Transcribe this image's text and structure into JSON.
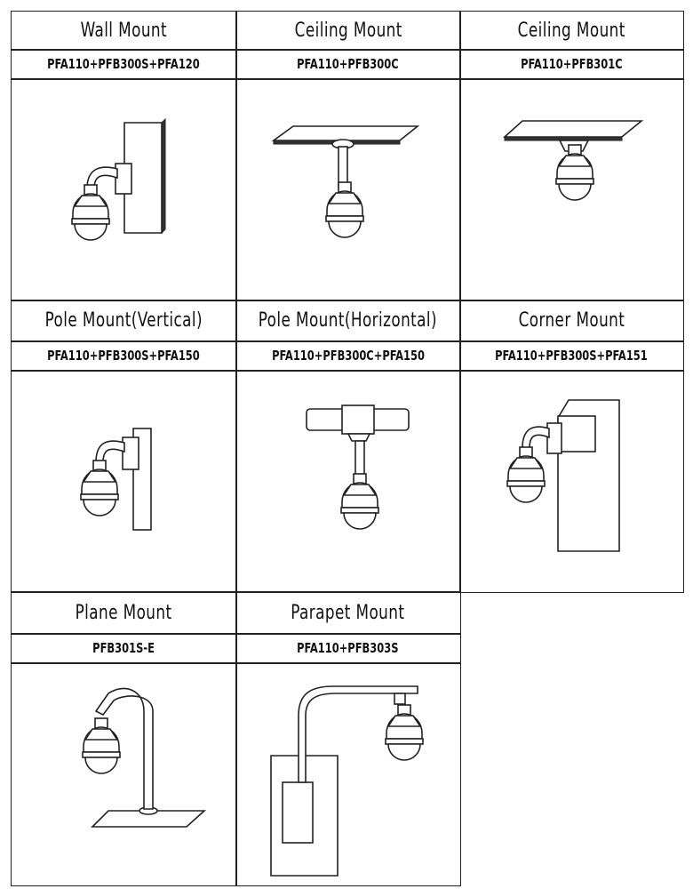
{
  "mounts": [
    {
      "title": "Wall  Mount",
      "model": "PFA110+PFB300S+PFA120"
    },
    {
      "title": "Ceiling Mount",
      "model": "PFA110+PFB300C"
    },
    {
      "title": "Ceiling Mount",
      "model": "PFA110+PFB301C"
    },
    {
      "title": "Pole Mount(Vertical)",
      "model": "PFA110+PFB300S+PFA150"
    },
    {
      "title": "Pole Mount(Horizontal)",
      "model": "PFA110+PFB300C+PFA150"
    },
    {
      "title": "Corner Mount",
      "model": "PFA110+PFB300S+PFA151"
    },
    {
      "title": "Plane Mount",
      "model": "PFB301S-E"
    },
    {
      "title": "Parapet Mount",
      "model": "PFA110+PFB303S"
    }
  ]
}
